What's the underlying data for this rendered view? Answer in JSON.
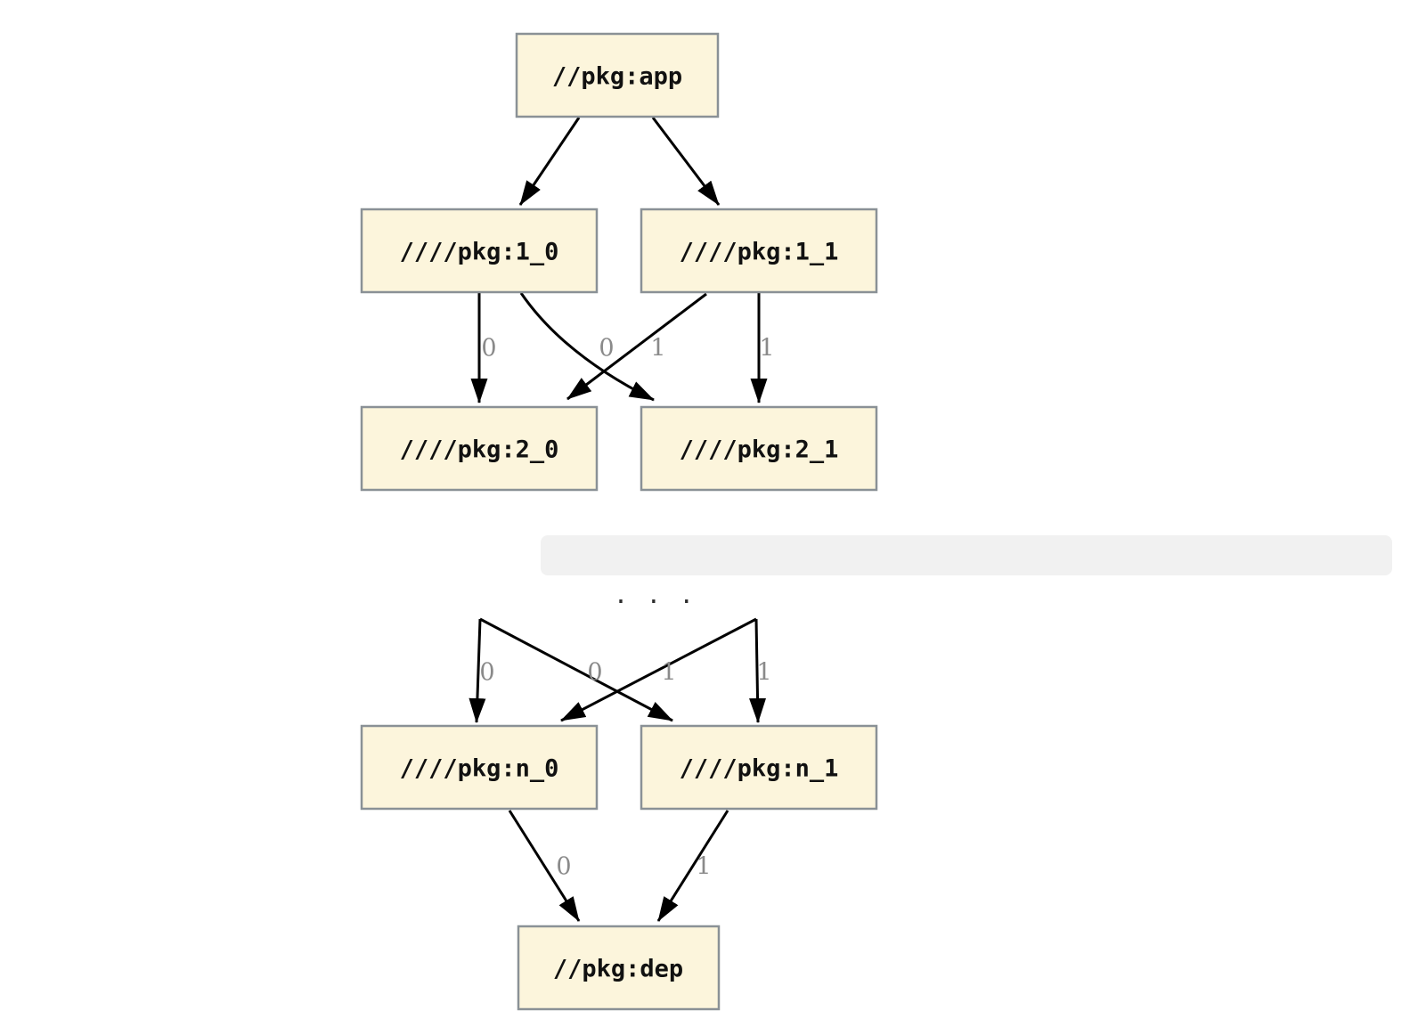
{
  "page": {
    "background": "#ffffff"
  },
  "graph": {
    "colors": {
      "node_fill": "#fcf5dc",
      "node_border": "#8a9196",
      "node_text": "#111111",
      "edge": "#000000",
      "edge_label": "#8a8a8a"
    },
    "nodes": {
      "app": {
        "label": "//pkg:app"
      },
      "level1_0": {
        "label": "////pkg:1_0"
      },
      "level1_1": {
        "label": "////pkg:1_1"
      },
      "level2_0": {
        "label": "////pkg:2_0"
      },
      "level2_1": {
        "label": "////pkg:2_1"
      },
      "leveln_0": {
        "label": "////pkg:n_0"
      },
      "leveln_1": {
        "label": "////pkg:n_1"
      },
      "dep": {
        "label": "//pkg:dep"
      }
    },
    "edge_labels": {
      "l1_0_to_l2_0": "0",
      "l1_1_to_l2_0": "0",
      "l1_0_to_l2_1": "1",
      "l1_1_to_l2_1": "1",
      "prev_to_n_0": "0",
      "prev_cross_to_n_0": "0",
      "prev_cross_to_n_1": "1",
      "prev_to_n_1": "1",
      "n_0_to_dep": "0",
      "n_1_to_dep": "1"
    }
  },
  "ellipsis": {
    "text": ". . .",
    "background": "#f1f1f1"
  }
}
